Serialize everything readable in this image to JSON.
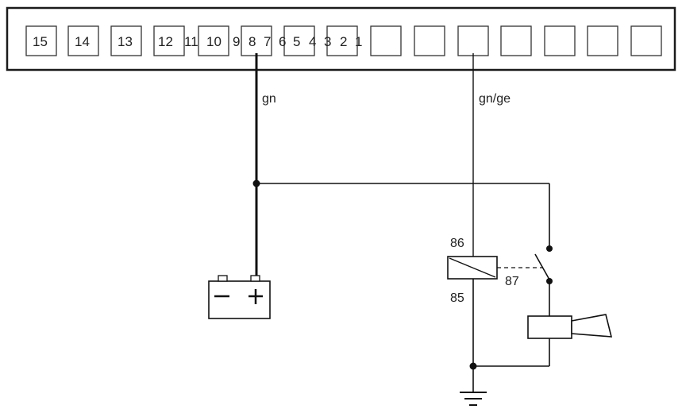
{
  "connector": {
    "boxed_pins": [
      {
        "label": "15"
      },
      {
        "label": "14"
      },
      {
        "label": "13"
      },
      {
        "label": "12"
      },
      {
        "label": "10"
      },
      {
        "label": "8"
      },
      {
        "label": "5"
      },
      {
        "label": "2"
      }
    ],
    "overlap_pins": [
      {
        "label": "11"
      },
      {
        "label": "9"
      },
      {
        "label": "7"
      },
      {
        "label": "6"
      },
      {
        "label": "4"
      },
      {
        "label": "3"
      },
      {
        "label": "1"
      }
    ]
  },
  "wires": {
    "left_color": "gn",
    "right_color": "gn/ge"
  },
  "relay": {
    "terminal_86": "86",
    "terminal_85": "85",
    "terminal_87": "87"
  },
  "icons": {
    "battery": "battery-icon",
    "horn": "horn-icon",
    "ground": "ground-icon",
    "switch": "switch-icon",
    "relay": "relay-icon"
  }
}
